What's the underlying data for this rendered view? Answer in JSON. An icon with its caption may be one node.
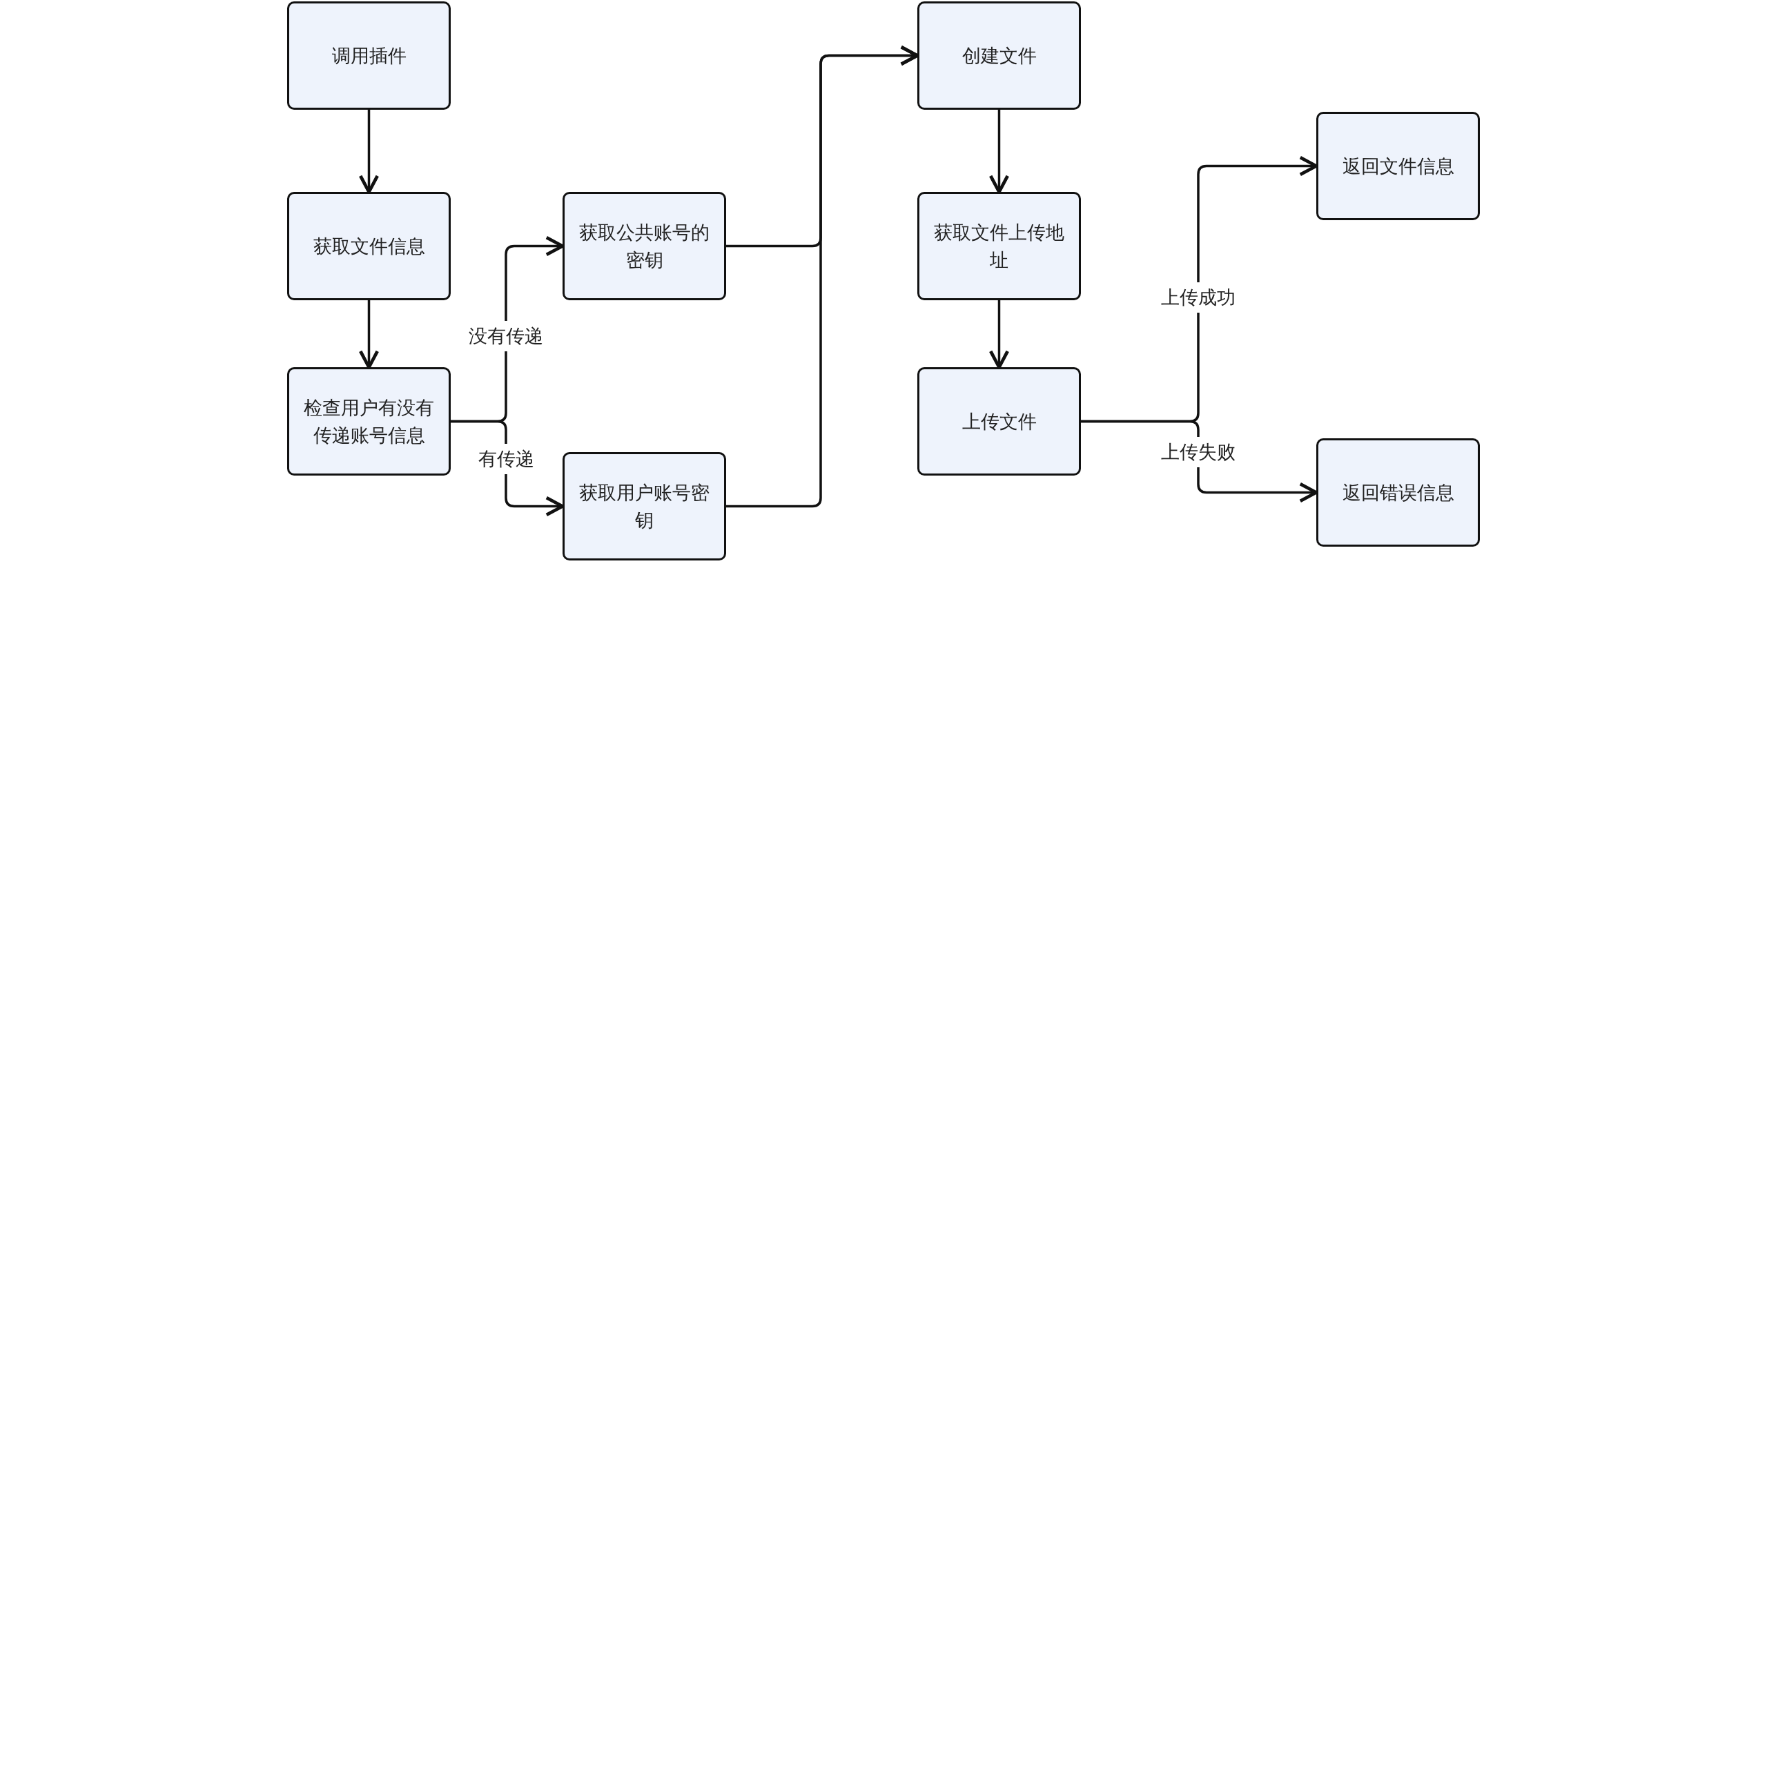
{
  "diagram": {
    "nodes": [
      {
        "text": [
          "调用插件"
        ]
      },
      {
        "text": [
          "获取文件信息"
        ]
      },
      {
        "text": [
          "检查用户有没有传递账号信息"
        ]
      },
      {
        "text": [
          "获取公共账号的密钥"
        ]
      },
      {
        "text": [
          "获取用户账号密钥"
        ]
      },
      {
        "text": [
          "创建文件"
        ]
      },
      {
        "text": [
          "获取文件上传地址"
        ]
      },
      {
        "text": [
          "上传文件"
        ]
      },
      {
        "text": [
          "返回文件信息"
        ]
      },
      {
        "text": [
          "返回错误信息"
        ]
      }
    ],
    "edges": [
      {
        "from": 0,
        "to": 1,
        "arrow": "to"
      },
      {
        "from": 1,
        "to": 2,
        "arrow": "to"
      },
      {
        "from": 2,
        "to": 3,
        "arrow": "to",
        "label": "没有传递"
      },
      {
        "from": 2,
        "to": 4,
        "arrow": "to",
        "label": "有传递"
      },
      {
        "from": 3,
        "to": 5,
        "arrow": "to"
      },
      {
        "from": 4,
        "to": 5,
        "arrow": "to"
      },
      {
        "from": 5,
        "to": 6,
        "arrow": "to"
      },
      {
        "from": 6,
        "to": 7,
        "arrow": "to"
      },
      {
        "from": 7,
        "to": 8,
        "arrow": "to",
        "label": "上传成功"
      },
      {
        "from": 7,
        "to": 9,
        "arrow": "to",
        "label": "上传失败"
      }
    ]
  }
}
